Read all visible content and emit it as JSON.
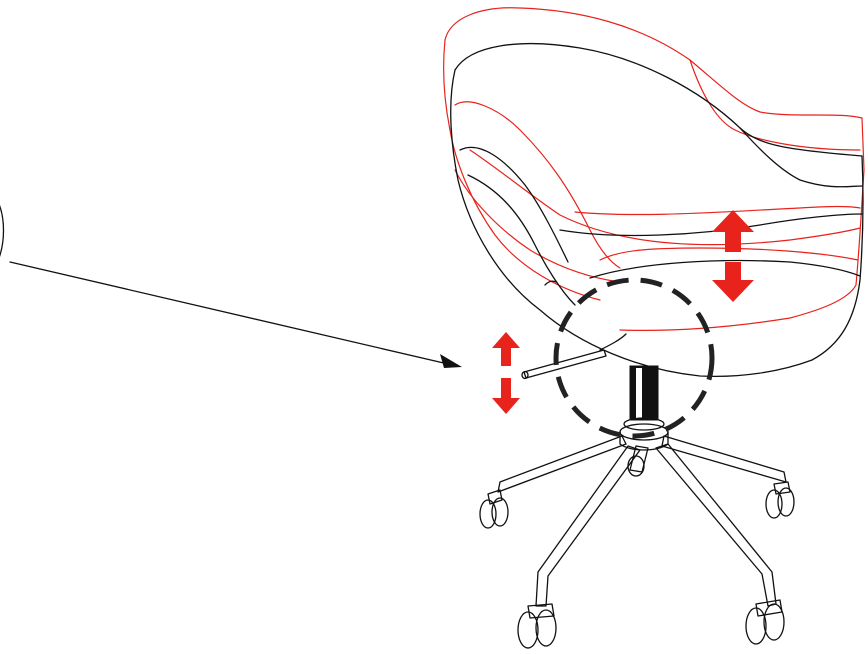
{
  "colors": {
    "ink": "#111111",
    "adjust_red": "#e8231c",
    "dash": "#222222"
  },
  "figure": {
    "subject": "swivel-office-chair",
    "elements": [
      "chair-shell-lowered-outline",
      "chair-shell-raised-outline",
      "gas-lift-column",
      "five-star-base",
      "caster-wheels",
      "height-lever",
      "detail-callout-circle",
      "leader-line",
      "seat-height-arrow",
      "lever-up-down-arrow"
    ]
  }
}
